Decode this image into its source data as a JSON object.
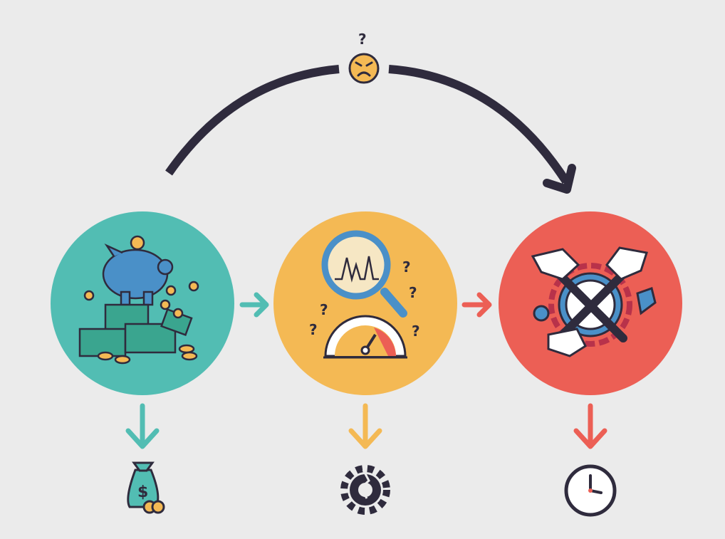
{
  "colors": {
    "background": "#ebebeb",
    "teal": "#52bdb3",
    "yellow": "#f4b954",
    "red": "#ec5f55",
    "dark": "#2f2b3d",
    "blue": "#4a90c8"
  },
  "top": {
    "question_mark": "?",
    "face_icon": "angry-face"
  },
  "stages": [
    {
      "name": "savings",
      "icon": "piggy-bank-money",
      "result_icon": "money-bag"
    },
    {
      "name": "analysis",
      "icon": "magnifier-gauge",
      "question_marks": [
        "?",
        "?",
        "?",
        "?",
        "?"
      ],
      "result_icon": "broken-gear"
    },
    {
      "name": "blocked",
      "icon": "clock-crossed-chains",
      "result_icon": "clock"
    }
  ],
  "money_symbol": "$"
}
